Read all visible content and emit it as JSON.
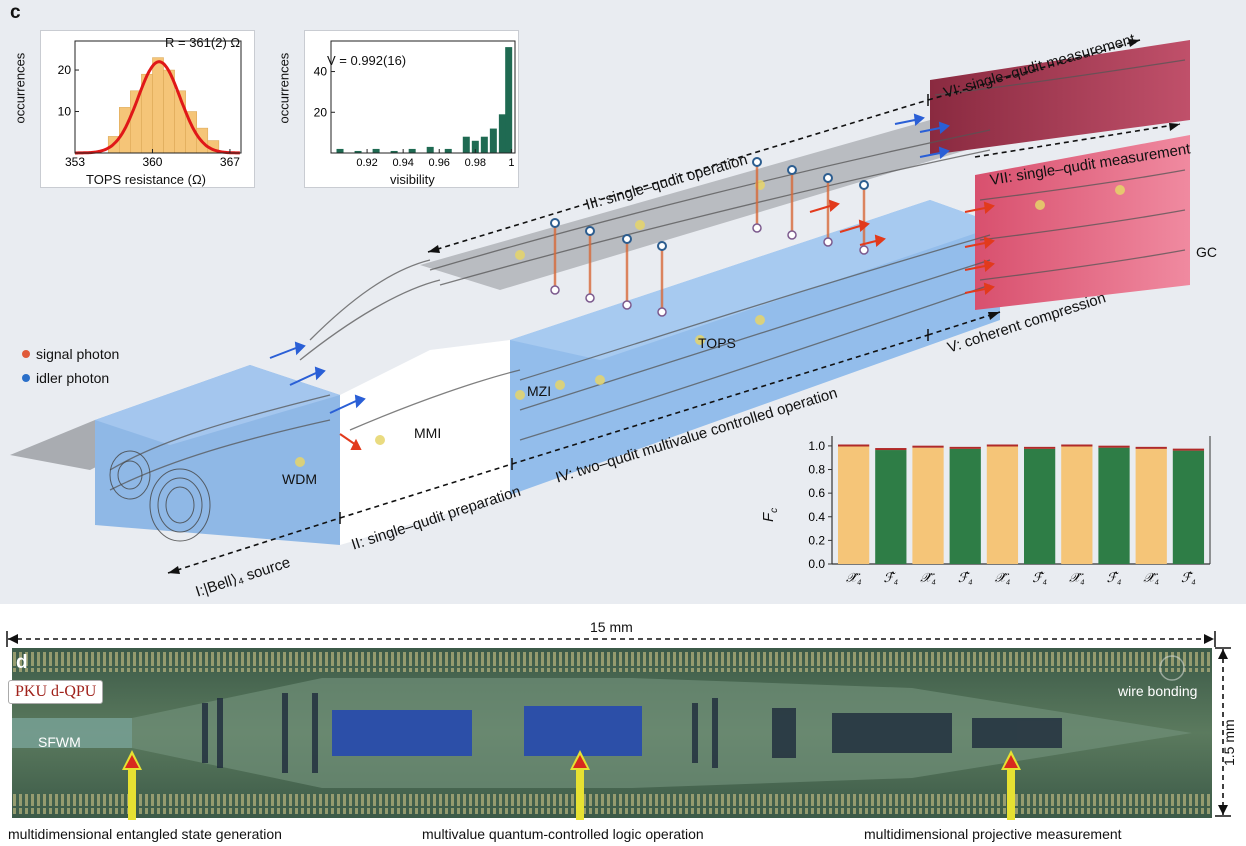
{
  "panel_c": {
    "letter": "c",
    "histogram_resistance": {
      "annotation": "R = 361(2) Ω",
      "xlabel": "TOPS resistance (Ω)",
      "ylabel": "occurrences",
      "xticks": [
        "353",
        "360",
        "367"
      ],
      "yticks": [
        "10",
        "20"
      ]
    },
    "histogram_visibility": {
      "annotation": "V = 0.992(16)",
      "xlabel": "visibility",
      "ylabel": "occurrences",
      "xticks": [
        "0.92",
        "0.94",
        "0.96",
        "0.98",
        "1"
      ],
      "yticks": [
        "20",
        "40"
      ]
    },
    "legend": {
      "signal": "signal photon",
      "idler": "idler photon",
      "signal_color": "#e05a3a",
      "idler_color": "#2a6fc9"
    },
    "stage_labels": {
      "s1": "I:|Bell⟩₄ source",
      "s2": "II: single–qudit preparation",
      "s3": "III: single–qudit operation",
      "s4": "IV: two–qudit multivalue controlled operation",
      "s5": "V: coherent compression",
      "s6": "VI: single–qudit measurement",
      "s7": "VII: single–qudit measurement"
    },
    "component_labels": {
      "wdm": "WDM",
      "mmi": "MMI",
      "mzi": "MZI",
      "tops": "TOPS",
      "gc": "GC"
    },
    "fidelity_chart": {
      "ylabel": "F",
      "ylabel_sub": "c",
      "yticks": [
        "0.0",
        "0.2",
        "0.4",
        "0.6",
        "0.8",
        "1.0"
      ]
    }
  },
  "chart_data": [
    {
      "type": "bar",
      "title": "",
      "annotation": "R = 361(2) Ω",
      "xlabel": "TOPS resistance (Ω)",
      "ylabel": "occurrences",
      "xlim": [
        353,
        368
      ],
      "ylim": [
        0,
        27
      ],
      "bin_centers": [
        356.5,
        357.5,
        358.5,
        359.5,
        360.5,
        361.5,
        362.5,
        363.5,
        364.5,
        365.5
      ],
      "values": [
        4,
        11,
        15,
        19,
        23,
        20,
        15,
        10,
        6,
        3
      ],
      "fit_curve": {
        "type": "gaussian",
        "mean": 360.6,
        "sigma": 1.9,
        "peak": 22,
        "color": "#e01818"
      },
      "bar_color": "#f5c578"
    },
    {
      "type": "bar",
      "title": "",
      "annotation": "V = 0.992(16)",
      "xlabel": "visibility",
      "ylabel": "occurrences",
      "xlim": [
        0.9,
        1.002
      ],
      "ylim": [
        0,
        55
      ],
      "bin_centers": [
        0.905,
        0.915,
        0.925,
        0.935,
        0.945,
        0.955,
        0.965,
        0.975,
        0.98,
        0.985,
        0.99,
        0.995,
        0.9985
      ],
      "values": [
        2,
        1,
        2,
        1,
        2,
        3,
        2,
        8,
        6,
        8,
        12,
        19,
        52
      ],
      "bar_color": "#1f6a52"
    },
    {
      "type": "bar",
      "title": "",
      "xlabel": "",
      "ylabel": "F_c",
      "ylim": [
        0,
        1.05
      ],
      "categories": [
        "X4",
        "F4",
        "X4",
        "F4",
        "X4",
        "F4",
        "X4",
        "F4",
        "X4",
        "F4"
      ],
      "category_display": [
        "𝒳̂₄",
        "ℱ̂₄",
        "𝒳̂₄",
        "ℱ̂₄",
        "𝒳̂₄",
        "ℱ̂₄",
        "𝒳̂₄",
        "ℱ̂₄",
        "𝒳̂₄",
        "ℱ̂₄"
      ],
      "values": [
        0.995,
        0.965,
        0.985,
        0.975,
        0.995,
        0.975,
        0.995,
        0.985,
        0.975,
        0.96
      ],
      "bar_colors": [
        "#f5c578",
        "#2e7d46",
        "#f5c578",
        "#2e7d46",
        "#f5c578",
        "#2e7d46",
        "#f5c578",
        "#2e7d46",
        "#f5c578",
        "#2e7d46"
      ]
    }
  ],
  "panel_d": {
    "letter": "d",
    "width_label": "15 mm",
    "height_label": "1.5 mm",
    "brand": "PKU d-QPU",
    "sfwm": "SFWM",
    "wire_bonding": "wire bonding",
    "bottom_labels": {
      "left": "multidimensional entangled state generation",
      "center": "multivalue quantum-controlled logic operation",
      "right": "multidimensional projective measurement"
    }
  }
}
